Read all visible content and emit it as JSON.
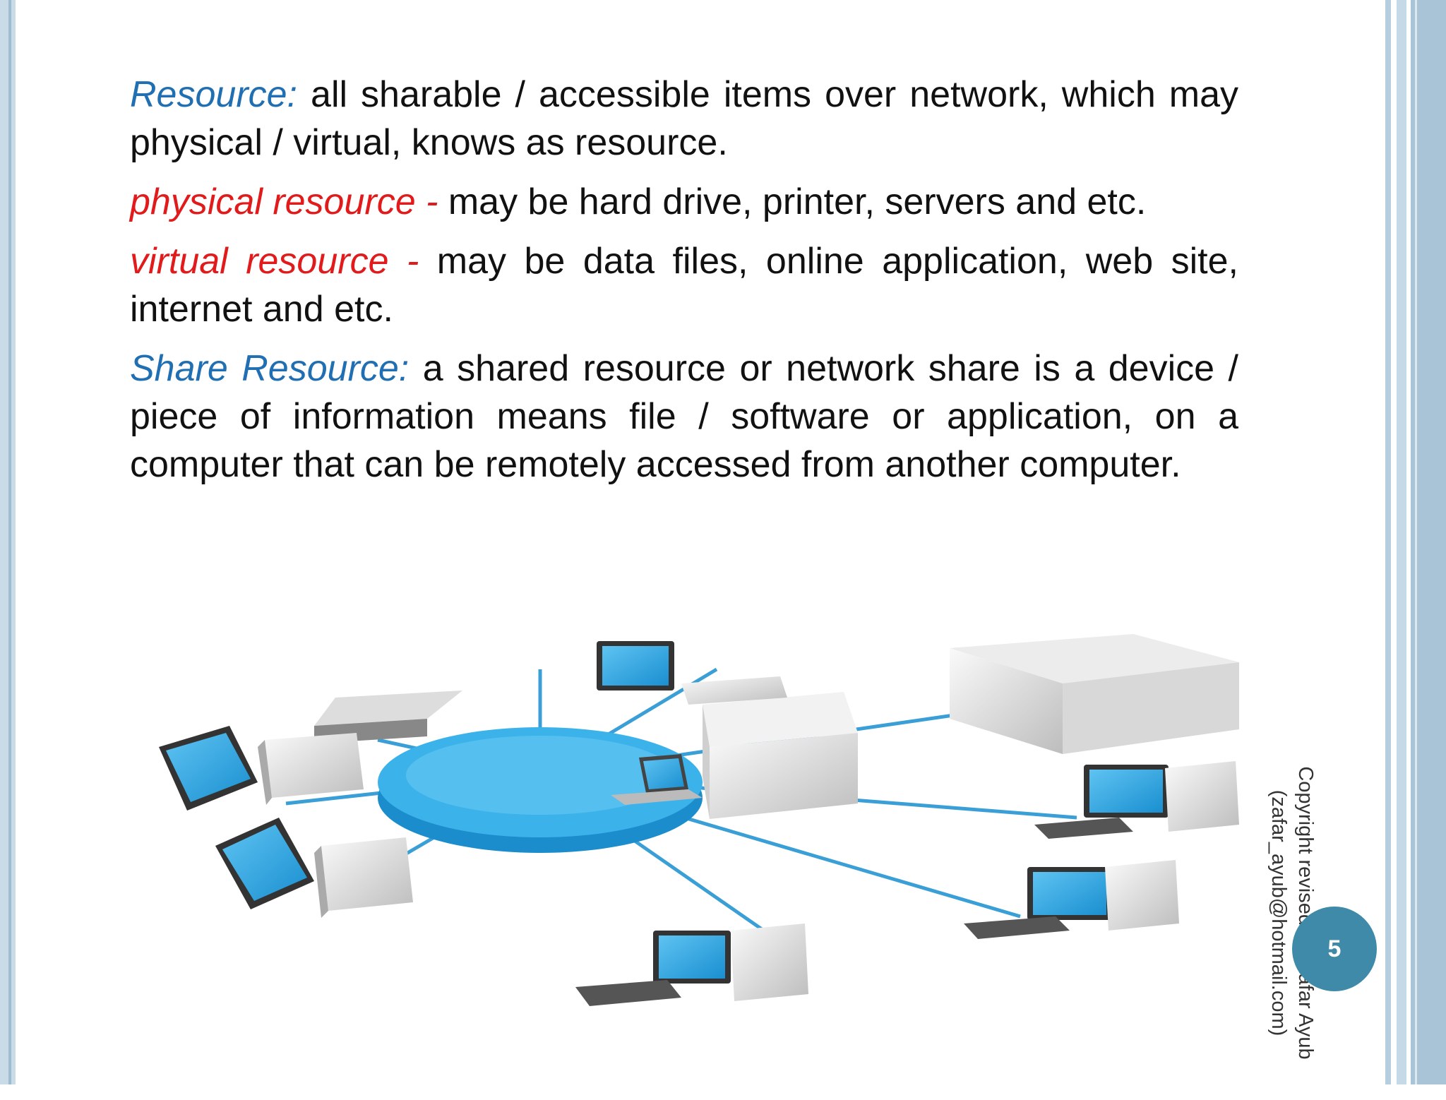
{
  "slide": {
    "paragraphs": [
      {
        "term": "Resource:",
        "text": " all sharable / accessible items over network, which may physical / virtual,  knows as resource."
      },
      {
        "term": "physical resource -",
        "text": " may be hard drive, printer, servers and etc."
      },
      {
        "term": "virtual resource -",
        "text": " may be data files, online application, web site, internet and etc."
      },
      {
        "term": "Share Resource:",
        "text": " a shared resource or network share is a device / piece of information means file / software or application, on a computer that can be remotely accessed from another computer."
      }
    ],
    "copyright_line1": "Copyright revised for Zafar Ayub",
    "copyright_line2": "(zafar_ayub@hotmail.com)",
    "page_number": "5"
  },
  "colors": {
    "term_blue": "#1f6fb2",
    "term_red": "#e11b1b",
    "accent": "#3e8aa8",
    "hub": "#29a8e0"
  },
  "illustration": {
    "icon": "network-diagram-icon"
  }
}
